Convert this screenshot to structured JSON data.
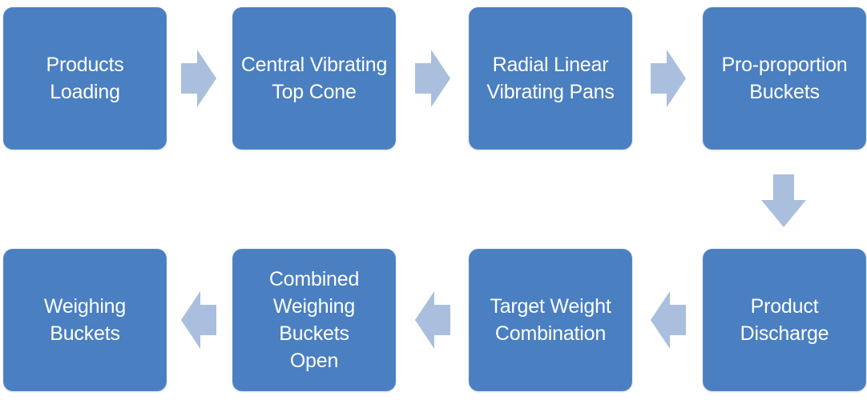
{
  "steps": [
    {
      "label": "Products Loading"
    },
    {
      "label": "Central Vibrating\nTop Cone"
    },
    {
      "label": "Radial Linear\nVibrating Pans"
    },
    {
      "label": "Pro-proportion\nBuckets"
    },
    {
      "label": "Product\nDischarge"
    },
    {
      "label": "Target Weight\nCombination"
    },
    {
      "label": "Combined\nWeighing Buckets\nOpen"
    },
    {
      "label": "Weighing\nBuckets"
    }
  ],
  "colors": {
    "box": "#4a7fc1",
    "arrow": "#a9bfdd",
    "text": "#ffffff"
  }
}
